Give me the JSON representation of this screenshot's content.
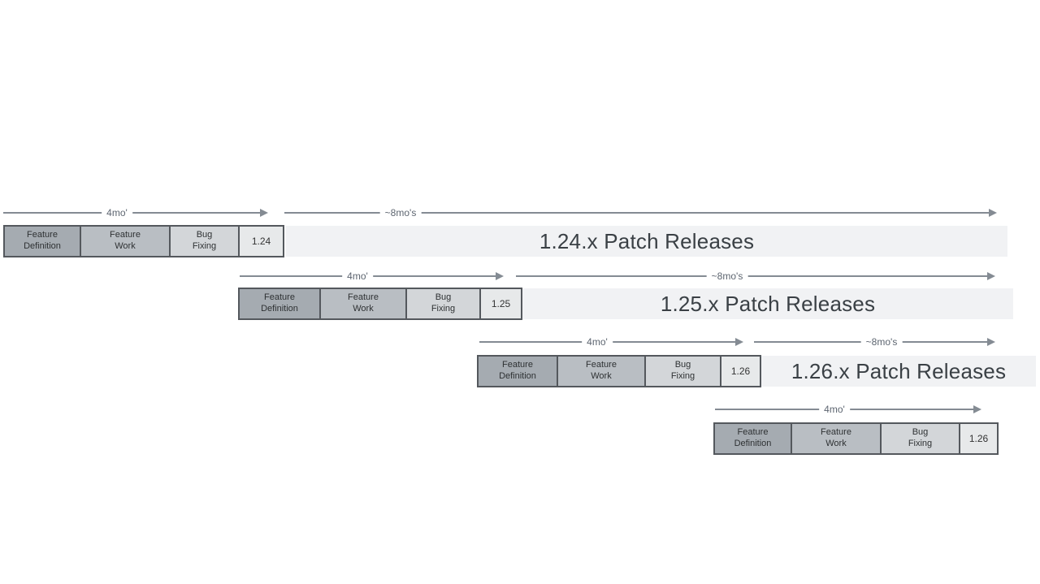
{
  "colors": {
    "feature_definition": "#a5abb1",
    "feature_work": "#b9bec3",
    "bug_fixing": "#d3d6d9",
    "version_box": "#e7e9ea",
    "band": "#f1f2f4",
    "arrow_line": "#848b93",
    "box_border": "#54585d"
  },
  "rows": [
    {
      "dev_duration_label": "4mo'",
      "patch_duration_label": "~8mo's",
      "stages": [
        "Feature\nDefinition",
        "Feature\nWork",
        "Bug\nFixing"
      ],
      "version": "1.24",
      "patch_band_label": "1.24.x Patch Releases"
    },
    {
      "dev_duration_label": "4mo'",
      "patch_duration_label": "~8mo's",
      "stages": [
        "Feature\nDefinition",
        "Feature\nWork",
        "Bug\nFixing"
      ],
      "version": "1.25",
      "patch_band_label": "1.25.x Patch Releases"
    },
    {
      "dev_duration_label": "4mo'",
      "patch_duration_label": "~8mo's",
      "stages": [
        "Feature\nDefinition",
        "Feature\nWork",
        "Bug\nFixing"
      ],
      "version": "1.26",
      "patch_band_label": "1.26.x Patch Releases"
    },
    {
      "dev_duration_label": "4mo'",
      "stages": [
        "Feature\nDefinition",
        "Feature\nWork",
        "Bug\nFixing"
      ],
      "version": "1.26"
    }
  ]
}
